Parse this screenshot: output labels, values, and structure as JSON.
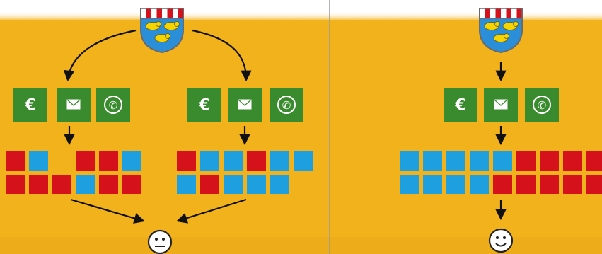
{
  "colors": {
    "background": "#f2b21c",
    "panel_top": "#ffffff",
    "divider": "#9a9a9a",
    "service_box": "#3a8a2e",
    "square_red": "#d5121c",
    "square_blue": "#1d9fe0",
    "arrow": "#111111",
    "shield_blue": "#2a8fd8",
    "shield_red": "#d5121c",
    "lion_yellow": "#f5d400"
  },
  "service_icons": [
    {
      "icon": "euro-icon",
      "glyph": "€"
    },
    {
      "icon": "envelope-icon",
      "glyph": "✉"
    },
    {
      "icon": "phone-icon",
      "glyph": "✆"
    }
  ],
  "left_panel": {
    "outcome_icon": "neutral-face-icon",
    "group_a": {
      "row1": [
        "red",
        "blue",
        "empty",
        "red",
        "red",
        "blue"
      ],
      "row2": [
        "red",
        "red",
        "red",
        "blue",
        "red",
        "red"
      ]
    },
    "group_b": {
      "row1": [
        "red",
        "blue",
        "blue",
        "red",
        "blue",
        "blue"
      ],
      "row2": [
        "blue",
        "red",
        "blue",
        "blue",
        "blue"
      ]
    }
  },
  "right_panel": {
    "outcome_icon": "happy-face-icon",
    "grid": {
      "row1": [
        "blue",
        "blue",
        "blue",
        "blue",
        "blue",
        "red",
        "red",
        "red",
        "red"
      ],
      "row2": [
        "blue",
        "blue",
        "blue",
        "blue",
        "red",
        "red",
        "red",
        "red",
        "red"
      ]
    }
  }
}
